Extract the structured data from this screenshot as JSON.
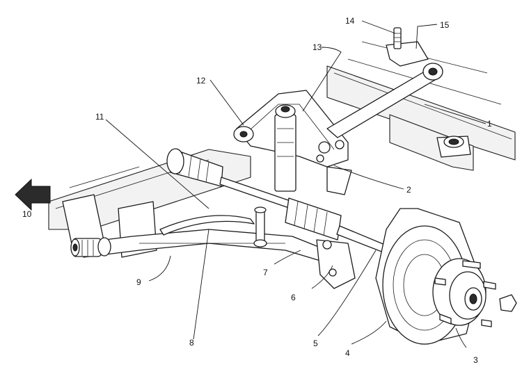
{
  "callouts": [
    {
      "num": "1"
    },
    {
      "num": "2"
    },
    {
      "num": "3"
    },
    {
      "num": "4"
    },
    {
      "num": "5"
    },
    {
      "num": "6"
    },
    {
      "num": "7"
    },
    {
      "num": "8"
    },
    {
      "num": "9"
    },
    {
      "num": "10"
    },
    {
      "num": "11"
    },
    {
      "num": "12"
    },
    {
      "num": "13"
    },
    {
      "num": "14"
    },
    {
      "num": "15"
    }
  ],
  "colors": {
    "ink": "#111111",
    "background": "#ffffff",
    "arrow": "#2b2b2b"
  }
}
